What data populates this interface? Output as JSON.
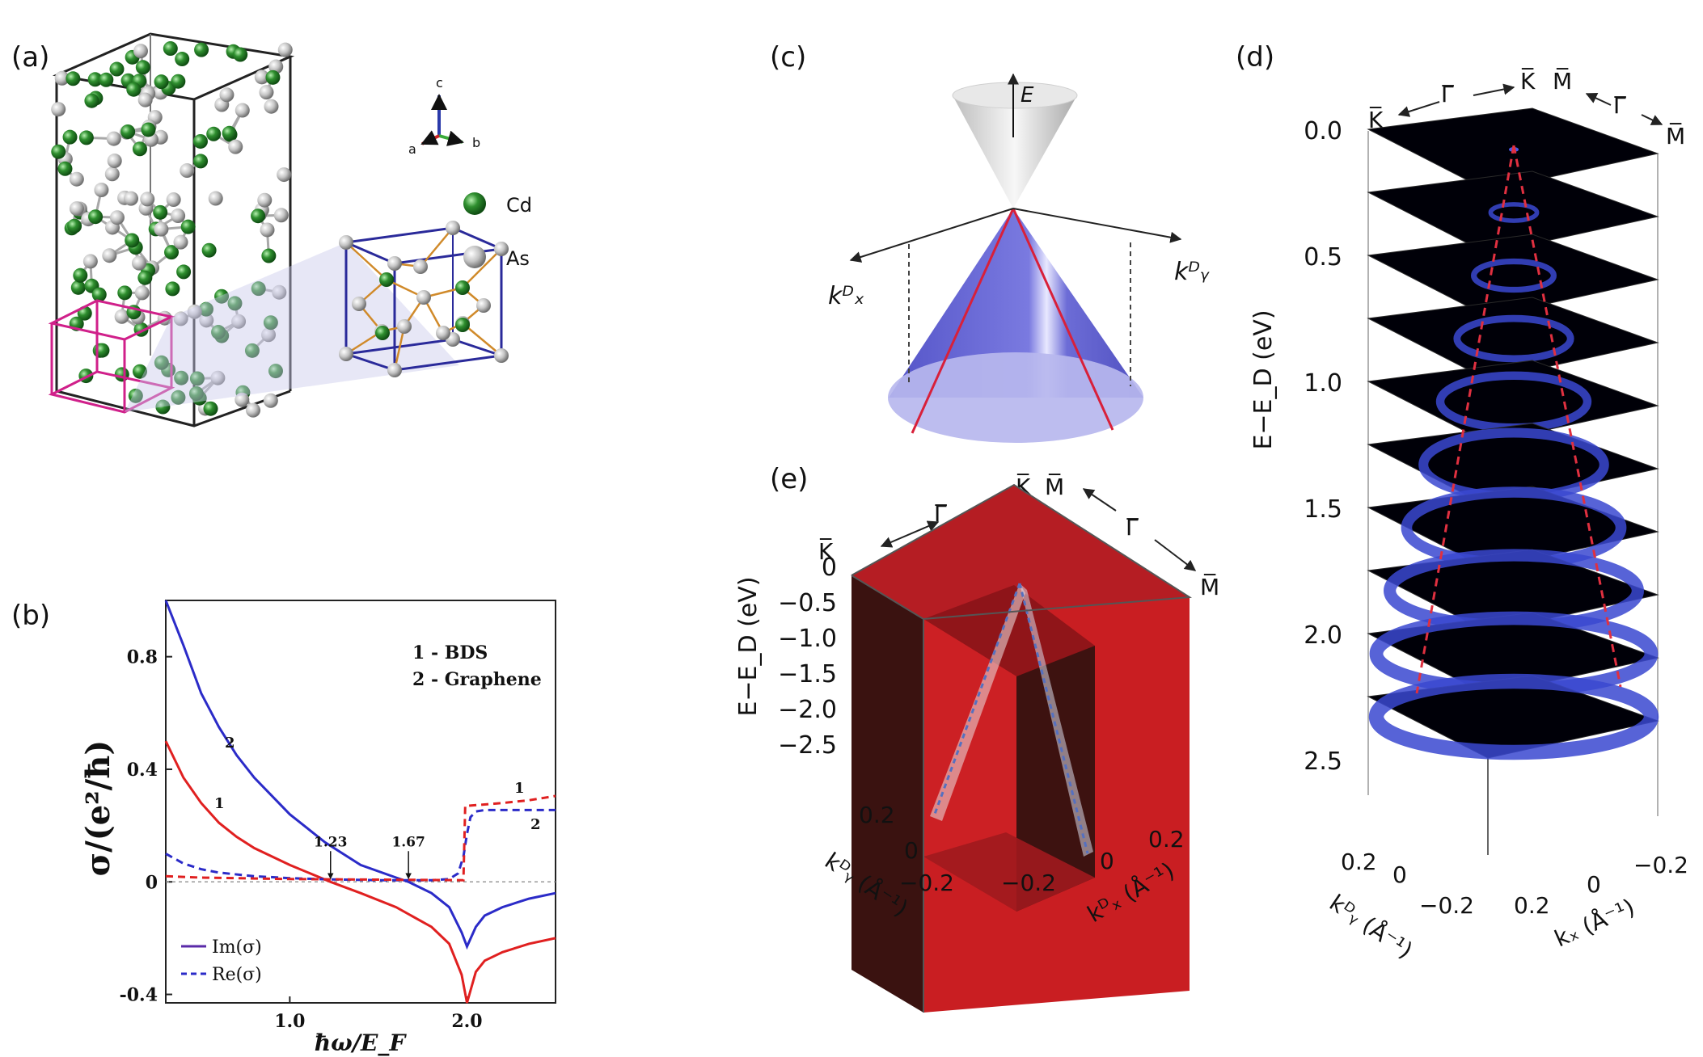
{
  "panels": {
    "a": {
      "label": "(a)",
      "axes": {
        "c": "c",
        "a": "a",
        "b": "b"
      },
      "legend": [
        {
          "name": "Cd",
          "color": "#2f8f2f"
        },
        {
          "name": "As",
          "color": "#bdbdbd"
        }
      ]
    },
    "b": {
      "label": "(b)",
      "legend_top": [
        "1 - BDS",
        "2 - Graphene"
      ],
      "legend_bottom": [
        "Im(σ)",
        "Re(σ)"
      ],
      "ylabel": "σ/(e²/ħ)",
      "xlabel": "ħω/E_F",
      "annotations": [
        "1.23",
        "1.67"
      ],
      "curve_labels": [
        "1",
        "2",
        "1",
        "2"
      ]
    },
    "c": {
      "label": "(c)",
      "axis_e": "E",
      "axis_kx": "kᴰₓ",
      "axis_ky": "kᴰᵧ"
    },
    "d": {
      "label": "(d)",
      "top_labels": [
        "K̅",
        "Γ̅",
        "K̅",
        "M̅",
        "Γ̅",
        "M̅"
      ],
      "ylabel": "E−E_D (eV)",
      "yticks": [
        "0.0",
        "0.5",
        "1.0",
        "1.5",
        "2.0",
        "2.5"
      ],
      "ky_ticks": [
        "0.2",
        "0",
        "−0.2"
      ],
      "kx_ticks": [
        "0.2",
        "0",
        "−0.2"
      ],
      "ky_label": "kᴰᵧ (Å⁻¹)",
      "kx_label": "kₓ (Å⁻¹)"
    },
    "e": {
      "label": "(e)",
      "top_labels": [
        "K̅",
        "Γ̅",
        "K̅",
        "M̅",
        "Γ̅",
        "M̅"
      ],
      "ylabel": "E−E_D (eV)",
      "yticks": [
        "0",
        "−0.5",
        "−1.0",
        "−1.5",
        "−2.0",
        "−2.5"
      ],
      "ky_ticks": [
        "0.2",
        "0",
        "−0.2"
      ],
      "kx_ticks": [
        "−0.2",
        "0",
        "0.2"
      ],
      "ky_label": "kᴰᵧ (Å⁻¹)",
      "kx_label": "kᴰₓ (Å⁻¹)"
    }
  },
  "chart_data": {
    "type": "line",
    "xlabel": "ħω/E_F",
    "ylabel": "σ/(e²/ħ)",
    "xlim": [
      0.3,
      2.5
    ],
    "ylim": [
      -0.43,
      1.0
    ],
    "xticks": [
      "1.0",
      "2.0"
    ],
    "yticks": [
      "0.8",
      "0.4",
      "0",
      "-0.4"
    ],
    "series": [
      {
        "name": "Im(σ) 2 - Graphene",
        "color": "#2b2bc8",
        "dash": "solid",
        "x": [
          0.3,
          0.4,
          0.5,
          0.6,
          0.7,
          0.8,
          1.0,
          1.2,
          1.4,
          1.6,
          1.67,
          1.8,
          1.9,
          1.97,
          2.0,
          2.05,
          2.1,
          2.2,
          2.35,
          2.5
        ],
        "y": [
          1.0,
          0.84,
          0.67,
          0.55,
          0.45,
          0.37,
          0.24,
          0.14,
          0.06,
          0.015,
          0.0,
          -0.04,
          -0.09,
          -0.18,
          -0.23,
          -0.16,
          -0.12,
          -0.09,
          -0.06,
          -0.04
        ]
      },
      {
        "name": "Im(σ) 1 - BDS",
        "color": "#e02020",
        "dash": "solid",
        "x": [
          0.3,
          0.4,
          0.5,
          0.6,
          0.7,
          0.8,
          1.0,
          1.23,
          1.4,
          1.6,
          1.8,
          1.9,
          1.97,
          2.0,
          2.05,
          2.1,
          2.2,
          2.35,
          2.5
        ],
        "y": [
          0.5,
          0.37,
          0.28,
          0.21,
          0.16,
          0.12,
          0.06,
          0.0,
          -0.04,
          -0.09,
          -0.16,
          -0.22,
          -0.33,
          -0.43,
          -0.32,
          -0.28,
          -0.25,
          -0.22,
          -0.2
        ]
      },
      {
        "name": "Re(σ) 2 - Graphene",
        "color": "#2b2bc8",
        "dash": "dashed",
        "x": [
          0.3,
          0.4,
          0.5,
          0.6,
          0.8,
          1.0,
          1.2,
          1.5,
          1.8,
          1.9,
          1.95,
          1.98,
          2.0,
          2.02,
          2.05,
          2.1,
          2.2,
          2.35,
          2.5
        ],
        "y": [
          0.1,
          0.065,
          0.045,
          0.033,
          0.02,
          0.013,
          0.009,
          0.006,
          0.006,
          0.01,
          0.03,
          0.09,
          0.17,
          0.23,
          0.25,
          0.255,
          0.255,
          0.255,
          0.255
        ]
      },
      {
        "name": "Re(σ) 1 - BDS",
        "color": "#e02020",
        "dash": "dashed",
        "x": [
          0.3,
          0.5,
          0.8,
          1.0,
          1.5,
          1.98,
          1.99,
          2.0,
          2.1,
          2.2,
          2.35,
          2.5
        ],
        "y": [
          0.02,
          0.015,
          0.012,
          0.01,
          0.008,
          0.006,
          0.27,
          0.27,
          0.275,
          0.28,
          0.29,
          0.305
        ]
      }
    ],
    "annotations": [
      {
        "text": "1.23",
        "x": 1.23,
        "y": 0.0
      },
      {
        "text": "1.67",
        "x": 1.67,
        "y": 0.0
      }
    ]
  }
}
